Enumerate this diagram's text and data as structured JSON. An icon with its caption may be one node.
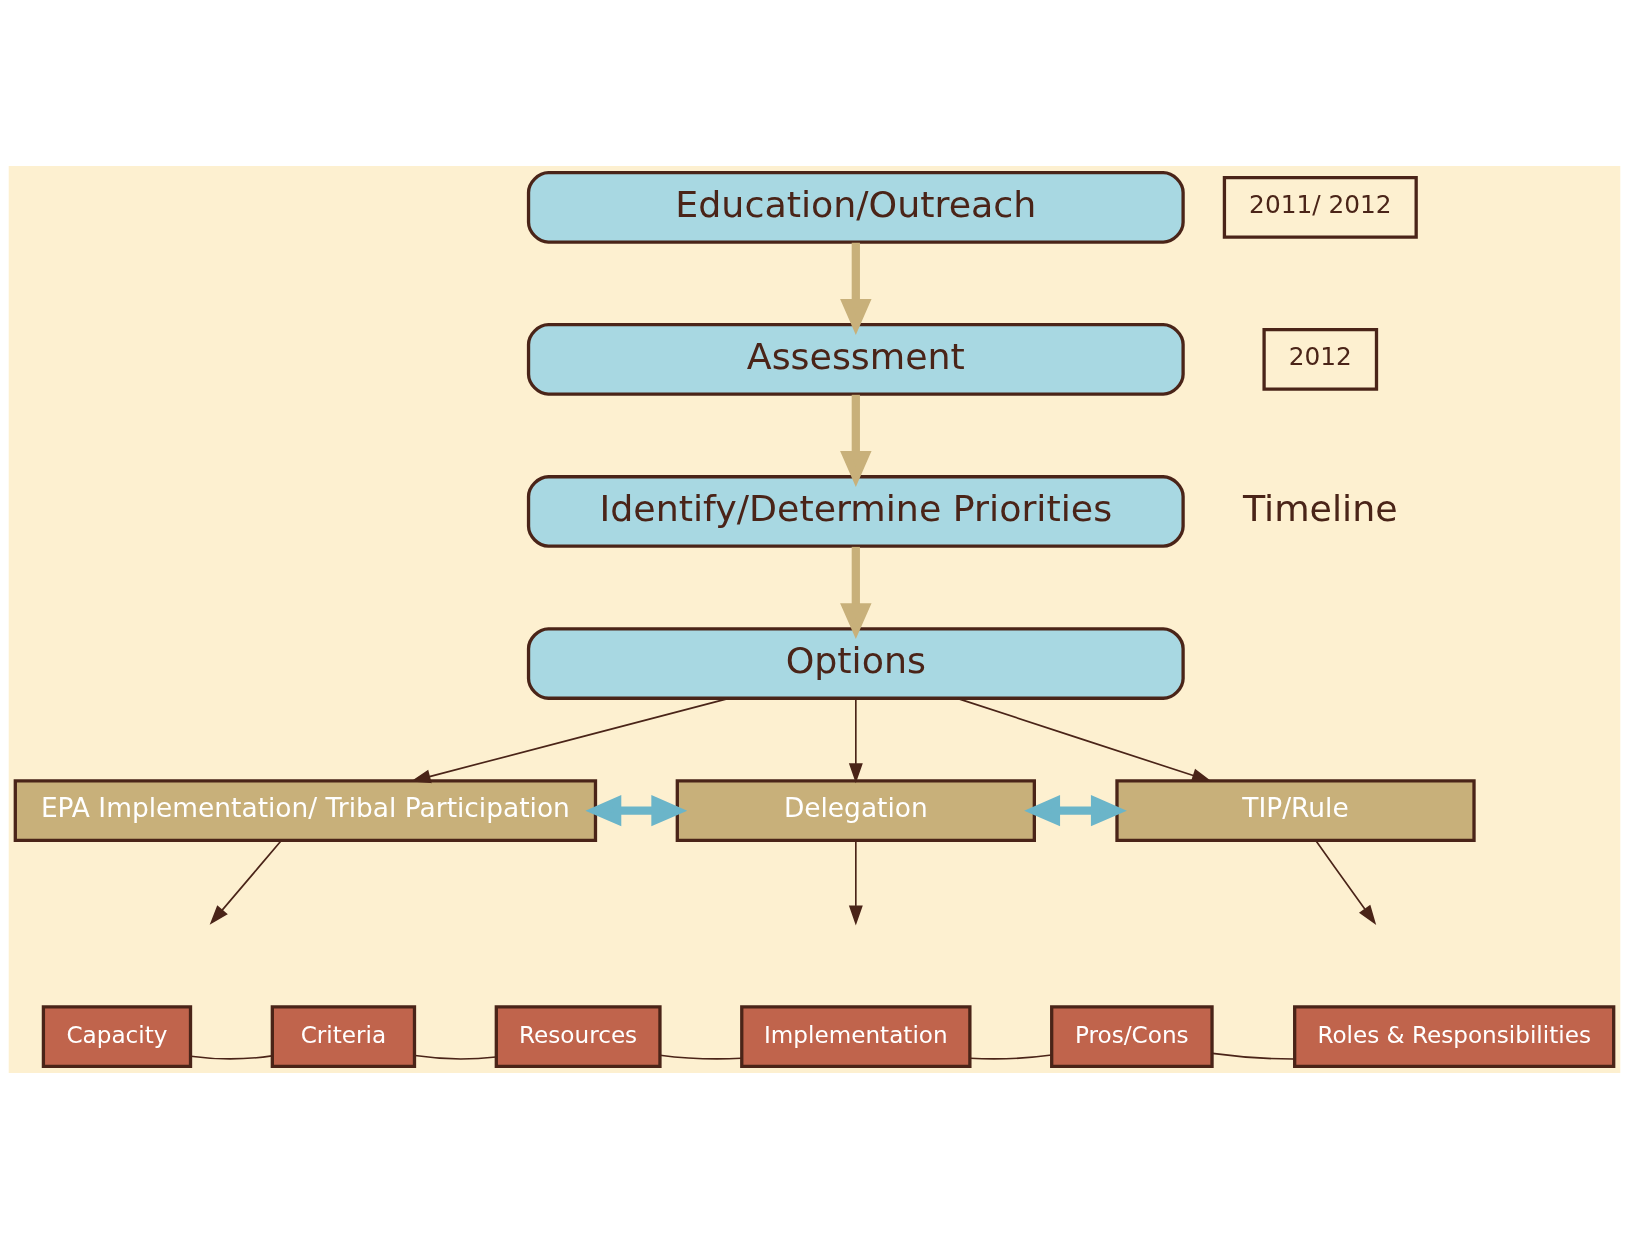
{
  "diagram": {
    "nodes": [
      {
        "text": [
          "Education/Outreach"
        ]
      },
      {
        "text": [
          "Assessment"
        ]
      },
      {
        "text": [
          "Identify/Determine Priorities"
        ]
      },
      {
        "text": [
          "Options"
        ]
      },
      {
        "text": [
          "EPA Implementation/ Tribal Participation"
        ]
      },
      {
        "text": [
          "Delegation"
        ]
      },
      {
        "text": [
          "TIP/Rule"
        ]
      },
      {
        "text": [
          "Capacity"
        ]
      },
      {
        "text": [
          "Criteria"
        ]
      },
      {
        "text": [
          "Resources"
        ]
      },
      {
        "text": [
          "Implementation"
        ]
      },
      {
        "text": [
          "Pros/Cons"
        ]
      },
      {
        "text": [
          "Roles & Responsibilities"
        ]
      },
      {
        "text": [
          "2011/ 2012"
        ]
      },
      {
        "text": [
          "2012"
        ]
      }
    ],
    "edges": [
      {
        "from": 0,
        "to": 1,
        "arrow": "to",
        "style": "thick",
        "color": "#c8b07a"
      },
      {
        "from": 1,
        "to": 2,
        "arrow": "to",
        "style": "thick",
        "color": "#c8b07a"
      },
      {
        "from": 2,
        "to": 3,
        "arrow": "to",
        "style": "thick",
        "color": "#c8b07a"
      },
      {
        "from": 3,
        "to": 4,
        "arrow": "to"
      },
      {
        "from": 3,
        "to": 5,
        "arrow": "to"
      },
      {
        "from": 3,
        "to": 6,
        "arrow": "to"
      },
      {
        "from": 4,
        "to": 5,
        "arrow": "both",
        "style": "thick",
        "color": "#6bb5c9"
      },
      {
        "from": 5,
        "to": 6,
        "arrow": "both",
        "style": "thick",
        "color": "#6bb5c9"
      },
      {
        "from": 4,
        "to": null,
        "arrow": "to"
      },
      {
        "from": 5,
        "to": null,
        "arrow": "to"
      },
      {
        "from": 6,
        "to": null,
        "arrow": "to"
      },
      {
        "from": 7,
        "to": 8,
        "arrow": "none"
      },
      {
        "from": 8,
        "to": 9,
        "arrow": "none"
      },
      {
        "from": 9,
        "to": 10,
        "arrow": "none"
      },
      {
        "from": 10,
        "to": 11,
        "arrow": "none"
      },
      {
        "from": 11,
        "to": 12,
        "arrow": "none"
      }
    ],
    "labels": [
      "Timeline"
    ]
  }
}
